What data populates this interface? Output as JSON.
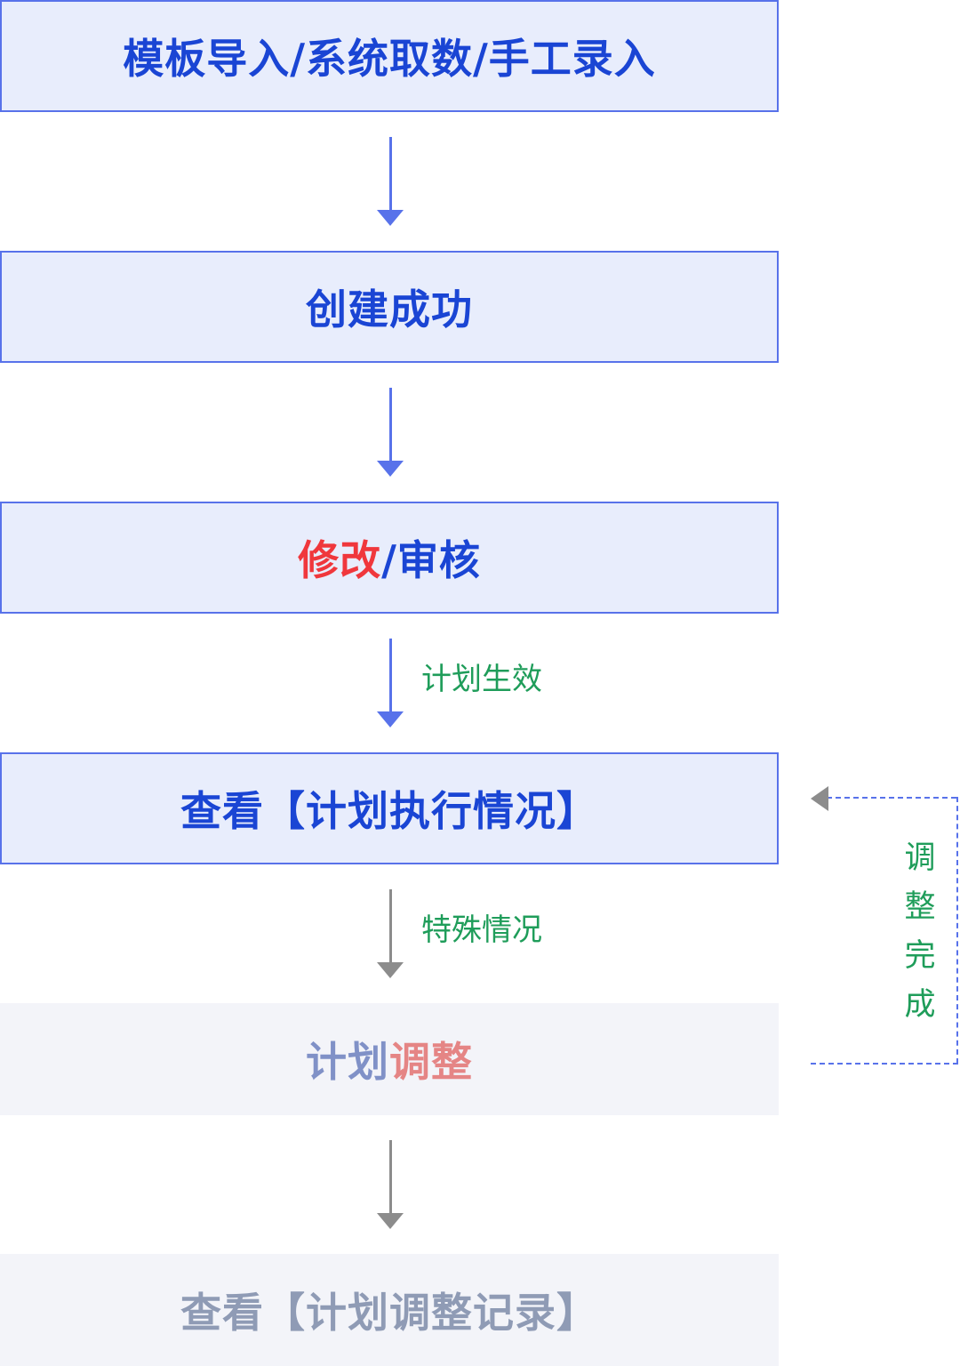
{
  "nodes": {
    "import": {
      "text": "模板导入/系统取数/手工录入"
    },
    "created": {
      "text": "创建成功"
    },
    "review": {
      "text_highlight": "修改",
      "text_rest": "/审核"
    },
    "view_execution": {
      "text": "查看【计划执行情况】"
    },
    "adjust": {
      "text_rest": "计划",
      "text_highlight": "调整"
    },
    "view_adjust_log": {
      "text": "查看【计划调整记录】"
    }
  },
  "edges": {
    "plan_effective": "计划生效",
    "special_case": "特殊情况",
    "adjust_done": "调整完成"
  },
  "colors": {
    "box_fill_active": "#e8edfc",
    "box_border_active": "#5872ea",
    "text_blue": "#1a45d4",
    "text_red": "#f0373c",
    "box_fill_inactive": "#f3f4f9",
    "text_inactive": "#8091c7",
    "text_pink": "#e58585",
    "edge_label_green": "#1f9d5a",
    "arrow_blue": "#5872ea",
    "arrow_gray": "#8c8c8c"
  }
}
